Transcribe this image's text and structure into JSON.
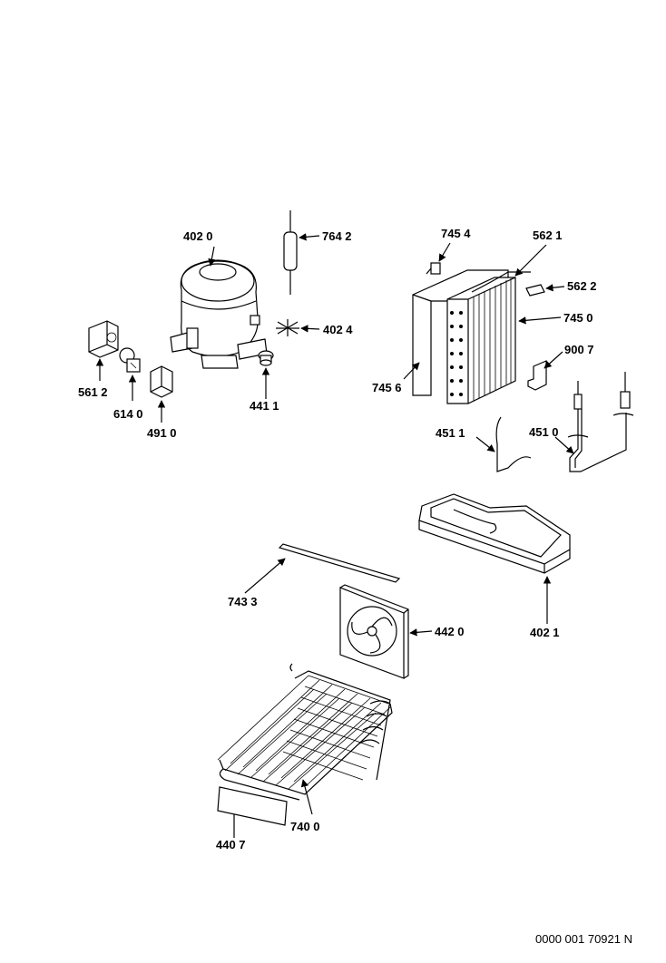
{
  "labels": {
    "compressor": "402 0",
    "dryer_filter": "764 2",
    "clip_compressor": "402 4",
    "grommet": "441 1",
    "relay": "561 2",
    "overload": "614 0",
    "capacitor": "491 0",
    "evap_clip": "745 4",
    "evap_sensor_a": "562 1",
    "evap_sensor_b": "562 2",
    "evaporator": "745 0",
    "evap_cover": "745 6",
    "bracket": "900 7",
    "drain_hook": "451 1",
    "heater_tube": "451 0",
    "drip_tray": "402 1",
    "seal_strip": "743 3",
    "fan": "442 0",
    "condenser": "740 0",
    "label_plate": "440 7"
  },
  "footer": {
    "reference": "0000 001 70921 N"
  }
}
